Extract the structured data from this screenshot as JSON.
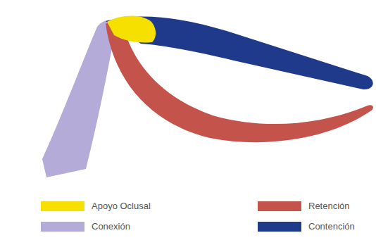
{
  "diagram": {
    "legend": [
      {
        "text": "Apoyo Oclusal",
        "color": "#f5e000"
      },
      {
        "text": "Retención",
        "color": "#c4534b"
      },
      {
        "text": "Conexión",
        "color": "#b4abd8"
      },
      {
        "text": "Contención",
        "color": "#1f3a8a"
      }
    ]
  }
}
